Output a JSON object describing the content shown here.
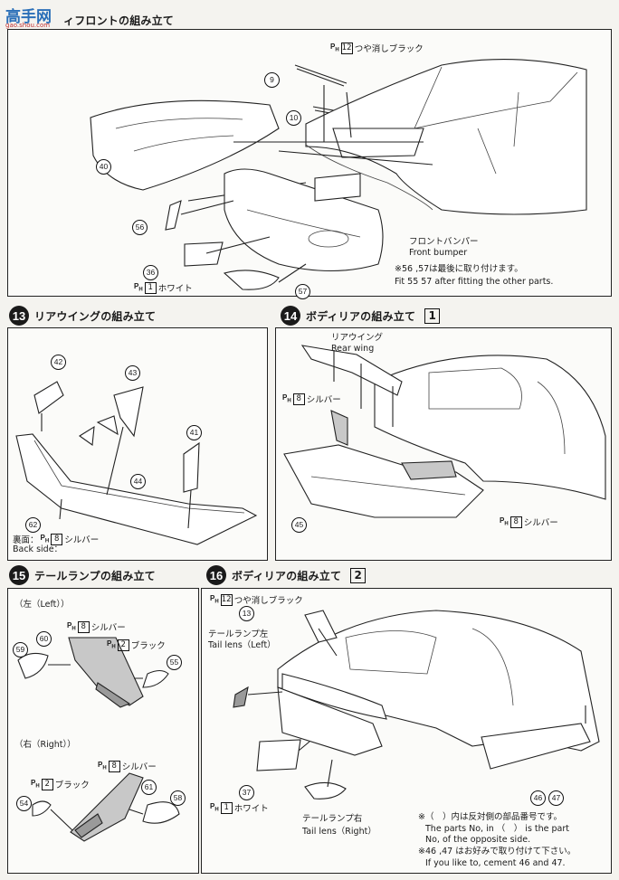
{
  "watermark": {
    "text": "高手网",
    "sub": "gao.shou.com"
  },
  "step12": {
    "title": "ィフロントの組み立て",
    "paint_top": {
      "code": "12",
      "text": "つや消しブラック"
    },
    "front_bumper_jp": "フロントバンパー",
    "front_bumper_en": "Front bumper",
    "note_jp": "※56 ,57は最後に取り付けます。",
    "note_en": "Fit 55 57 after fitting the other parts.",
    "paint_white": {
      "code": "1",
      "text": "ホワイト"
    },
    "parts": [
      "9",
      "10",
      "40",
      "56",
      "36",
      "57"
    ]
  },
  "step13": {
    "num": "13",
    "title": "リアウイングの組み立て",
    "back_jp": "裏面：",
    "back_paint": {
      "code": "8",
      "text": "シルバー"
    },
    "back_en": "Back side：",
    "parts": [
      "42",
      "43",
      "41",
      "44",
      "62"
    ]
  },
  "step14": {
    "num": "14",
    "title": "ボディリアの組み立て",
    "box": "1",
    "rear_wing_jp": "リアウイング",
    "rear_wing_en": "Rear wing",
    "paint_left": {
      "code": "8",
      "text": "シルバー"
    },
    "paint_right": {
      "code": "8",
      "text": "シルバー"
    },
    "parts": [
      "45"
    ]
  },
  "step15": {
    "num": "15",
    "title": "テールランプの組み立て",
    "left_label": "（左（Left））",
    "right_label": "（右（Right））",
    "paint_silver_l": {
      "code": "8",
      "text": "シルバー"
    },
    "paint_black_l": {
      "code": "2",
      "text": "ブラック"
    },
    "paint_silver_r": {
      "code": "8",
      "text": "シルバー"
    },
    "paint_black_r": {
      "code": "2",
      "text": "ブラック"
    },
    "parts": [
      "60",
      "59",
      "55",
      "54",
      "61",
      "58"
    ]
  },
  "step16": {
    "num": "16",
    "title": "ボディリアの組み立て",
    "box": "2",
    "paint_top": {
      "code": "12",
      "text": "つや消しブラック"
    },
    "tail_left_jp": "テールランプ左",
    "tail_left_en": "Tail lens（Left）",
    "tail_right_jp": "テールランプ右",
    "tail_right_en": "Tail lens（Right）",
    "paint_white": {
      "code": "1",
      "text": "ホワイト"
    },
    "note1_jp": "※（　）内は反対側の部品番号です。",
    "note1_en_a": "The parts No, in （　） is the part",
    "note1_en_b": "No, of the opposite side.",
    "note2_jp": "※46 ,47 はお好みで取り付けて下さい。",
    "note2_en": "If you like to, cement 46 and 47.",
    "parts": [
      "13",
      "37",
      "46",
      "47"
    ]
  },
  "paint_badge": "P",
  "paint_badge_sub": "H"
}
